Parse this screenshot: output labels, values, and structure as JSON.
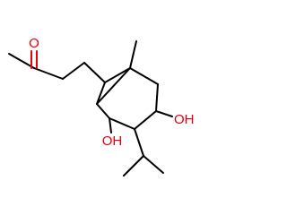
{
  "molecule": {
    "atoms": {
      "oxygen_ketone": "O",
      "hydroxyl_right": "OH",
      "hydroxyl_bottom": "OH"
    },
    "colors": {
      "oxygen": "#e8000b",
      "bond": "#000000",
      "background": "#ffffff"
    }
  }
}
